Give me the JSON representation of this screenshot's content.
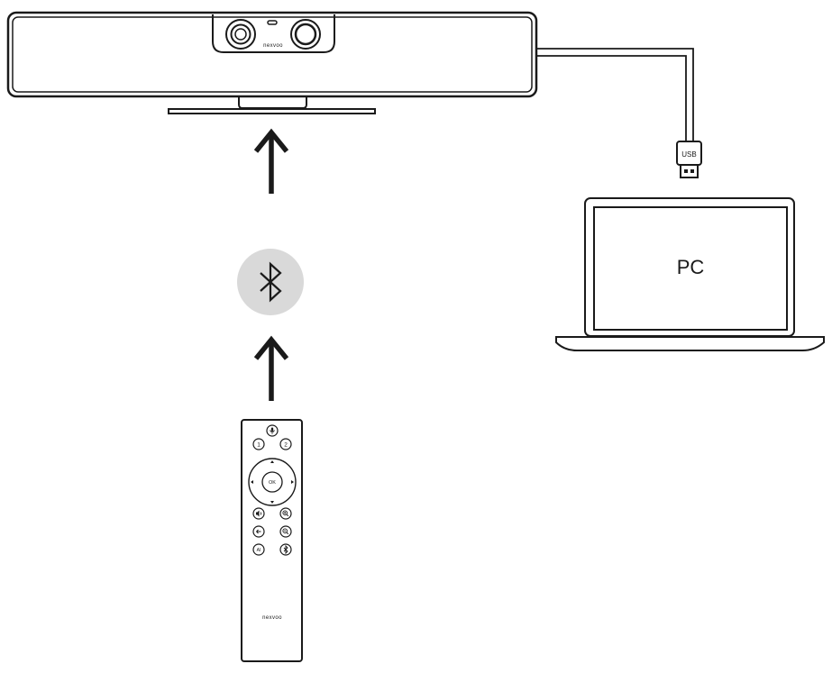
{
  "camera": {
    "brand": "nexvoo"
  },
  "usb": {
    "label": "USB"
  },
  "laptop": {
    "screen_label": "PC"
  },
  "bluetooth": {
    "icon": "bluetooth-icon",
    "badge_color": "#d9d9d9"
  },
  "remote": {
    "brand": "nexvoo",
    "numbered_buttons": [
      "1",
      "2"
    ],
    "ok_label": "OK",
    "ai_label": "AI"
  }
}
